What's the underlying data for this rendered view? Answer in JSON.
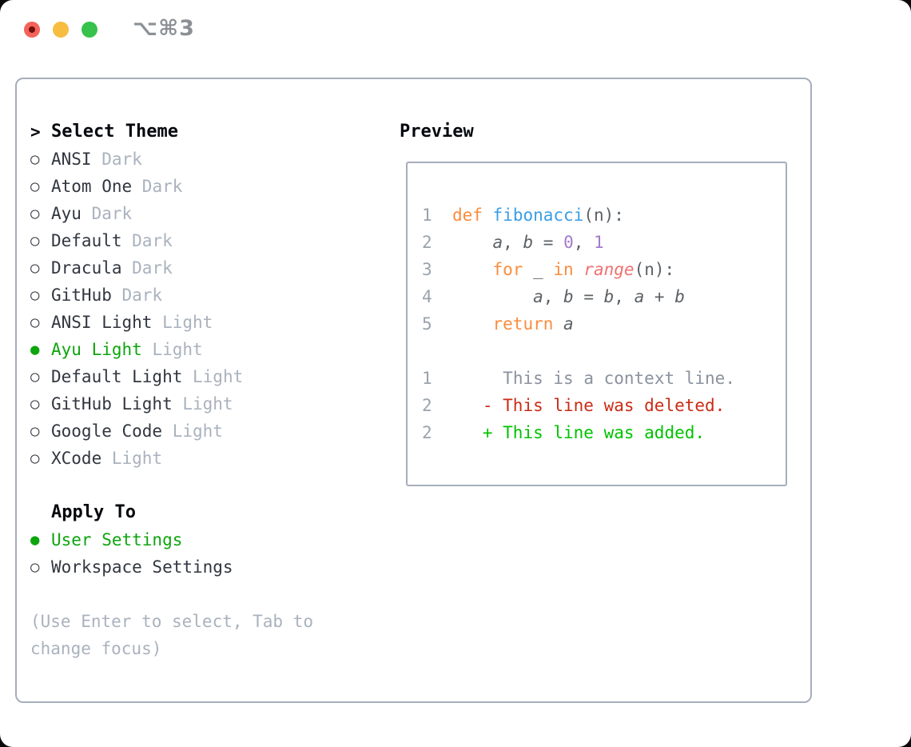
{
  "titlebar": {
    "shortcut": "⌥⌘3"
  },
  "theme_picker": {
    "prompt": ">",
    "title": "Select Theme",
    "markers": {
      "selected": "●",
      "unselected": "○"
    },
    "items": [
      {
        "name": "ANSI",
        "variant": "Dark",
        "selected": false
      },
      {
        "name": "Atom One",
        "variant": "Dark",
        "selected": false
      },
      {
        "name": "Ayu",
        "variant": "Dark",
        "selected": false
      },
      {
        "name": "Default",
        "variant": "Dark",
        "selected": false
      },
      {
        "name": "Dracula",
        "variant": "Dark",
        "selected": false
      },
      {
        "name": "GitHub",
        "variant": "Dark",
        "selected": false
      },
      {
        "name": "ANSI Light",
        "variant": "Light",
        "selected": false
      },
      {
        "name": "Ayu Light",
        "variant": "Light",
        "selected": true
      },
      {
        "name": "Default Light",
        "variant": "Light",
        "selected": false
      },
      {
        "name": "GitHub Light",
        "variant": "Light",
        "selected": false
      },
      {
        "name": "Google Code",
        "variant": "Light",
        "selected": false
      },
      {
        "name": "XCode",
        "variant": "Light",
        "selected": false
      }
    ],
    "apply_to": {
      "title": "Apply To",
      "options": [
        {
          "name": "User Settings",
          "selected": true
        },
        {
          "name": "Workspace Settings",
          "selected": false
        }
      ]
    },
    "hint_lines": [
      "(Use Enter to select, Tab to",
      "change focus)"
    ]
  },
  "preview": {
    "title": "Preview",
    "lines": [
      {
        "kind": "code",
        "tokens": [
          [
            "ln",
            "1"
          ],
          [
            "pl",
            "  "
          ],
          [
            "kw",
            "def"
          ],
          [
            "pl",
            " "
          ],
          [
            "fn",
            "fibonacci"
          ],
          [
            "pl",
            "(n):"
          ]
        ]
      },
      {
        "kind": "code",
        "tokens": [
          [
            "ln",
            "2"
          ],
          [
            "pl",
            "      "
          ],
          [
            "va",
            "a"
          ],
          [
            "pl",
            ", "
          ],
          [
            "va",
            "b"
          ],
          [
            "pl",
            " = "
          ],
          [
            "nu",
            "0"
          ],
          [
            "pl",
            ", "
          ],
          [
            "nu",
            "1"
          ]
        ]
      },
      {
        "kind": "code",
        "tokens": [
          [
            "ln",
            "3"
          ],
          [
            "pl",
            "      "
          ],
          [
            "kw",
            "for"
          ],
          [
            "pl",
            " _ "
          ],
          [
            "kw",
            "in"
          ],
          [
            "pl",
            " "
          ],
          [
            "bi",
            "range"
          ],
          [
            "pl",
            "(n):"
          ]
        ]
      },
      {
        "kind": "code",
        "tokens": [
          [
            "ln",
            "4"
          ],
          [
            "pl",
            "          "
          ],
          [
            "va",
            "a"
          ],
          [
            "pl",
            ", "
          ],
          [
            "va",
            "b"
          ],
          [
            "pl",
            " = "
          ],
          [
            "va",
            "b"
          ],
          [
            "pl",
            ", "
          ],
          [
            "va",
            "a"
          ],
          [
            "pl",
            " + "
          ],
          [
            "va",
            "b"
          ]
        ]
      },
      {
        "kind": "code",
        "tokens": [
          [
            "ln",
            "5"
          ],
          [
            "pl",
            "      "
          ],
          [
            "kw",
            "return"
          ],
          [
            "pl",
            " "
          ],
          [
            "va",
            "a"
          ]
        ]
      },
      {
        "kind": "blank",
        "tokens": []
      },
      {
        "kind": "diff-context",
        "tokens": [
          [
            "ln",
            "1"
          ],
          [
            "pl",
            "       "
          ],
          [
            "cx",
            "This is a context line."
          ]
        ]
      },
      {
        "kind": "diff-deleted",
        "tokens": [
          [
            "ln",
            "2"
          ],
          [
            "pl",
            "     "
          ],
          [
            "de",
            "- This line was deleted."
          ]
        ]
      },
      {
        "kind": "diff-added",
        "tokens": [
          [
            "ln",
            "2"
          ],
          [
            "pl",
            "     "
          ],
          [
            "ad",
            "+ This line was added."
          ]
        ]
      }
    ]
  },
  "colors": {
    "window_border": "#a6aebb",
    "selected_green": "#0da50d",
    "muted_gray": "#a9b2be",
    "keyword_orange": "#fa8d3e",
    "function_blue": "#399ee6",
    "builtin_coral": "#f07171",
    "number_purple": "#a37acc",
    "code_foreground": "#5c6166",
    "line_number_gray": "#99a3ad",
    "diff_deleted_red": "#cb2b15",
    "diff_added_green": "#00c200",
    "traffic_red": "#f4635a",
    "traffic_yellow": "#f6bd40",
    "traffic_green": "#36c24c"
  }
}
